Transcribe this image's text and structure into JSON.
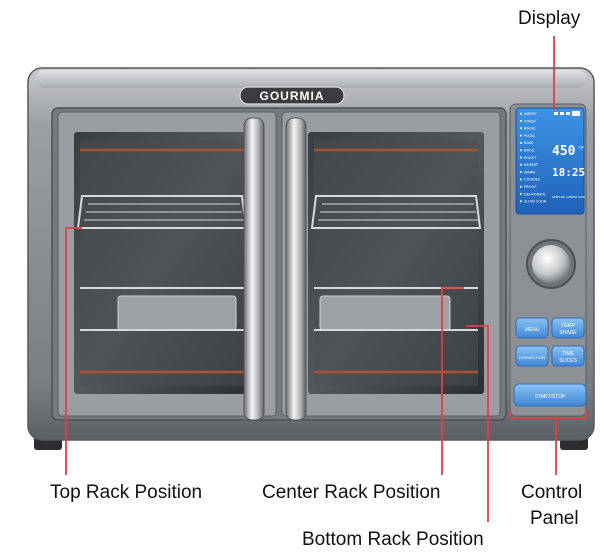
{
  "brand": "GOURMIA",
  "callouts": {
    "display": "Display",
    "top_rack": "Top Rack Position",
    "center_rack": "Center Rack Position",
    "bottom_rack": "Bottom Rack Position",
    "control_panel_line1": "Control",
    "control_panel_line2": "Panel"
  },
  "lcd": {
    "menu_items": [
      "AIRFRY",
      "TOAST",
      "BAGEL",
      "PIZZA",
      "BAKE",
      "BROIL",
      "ROAST",
      "REHEAT",
      "WARM",
      "COOKIES",
      "PROOF",
      "DEHYDRATE",
      "SLOW COOK"
    ],
    "temperature": "450",
    "temp_unit": "°F",
    "time": "18:25",
    "fan_note": "AIRFLOW CONVECTION"
  },
  "buttons": {
    "menu": "MENU",
    "temp_shade_1": "TEMP",
    "temp_shade_2": "SHADE",
    "convection": "CONVECTION",
    "time_slices_1": "TIME",
    "time_slices_2": "SLICES",
    "start_stop": "START/STOP"
  },
  "colors": {
    "callout_line": "#e04040",
    "lcd_bg": "#2a7fd6",
    "button_blue": "#4a9be8",
    "steel": "#8d9094"
  }
}
